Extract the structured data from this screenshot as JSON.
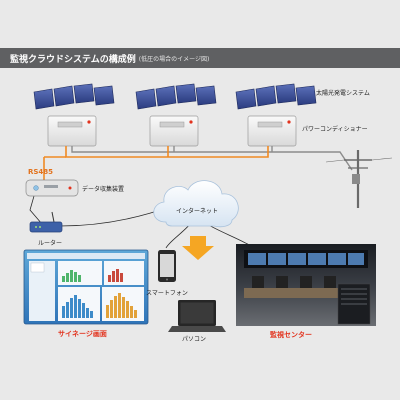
{
  "header": {
    "title": "監視クラウドシステムの構成例",
    "subtitle": "(低圧の場合のイメージ図)"
  },
  "labels": {
    "solar": "太陽光発電システム",
    "pcs": "パワーコンディショナー",
    "rs485": "RS485",
    "collector": "データ収集装置",
    "internet": "インターネット",
    "router": "ルーター",
    "smartphone": "スマートフォン",
    "pc": "パソコン",
    "signage": "サイネージ画面",
    "center": "監視センター"
  },
  "colors": {
    "accent": "#e2321d",
    "cable": "#f08a24",
    "arrow": "#f5a623",
    "title_bg": "#5f6062"
  }
}
